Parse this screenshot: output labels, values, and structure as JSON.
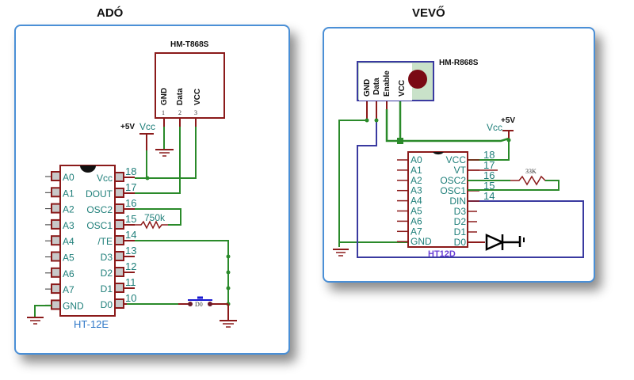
{
  "transmitter": {
    "title": "ADÓ",
    "module": {
      "name": "HM-T868S",
      "pins": [
        {
          "label": "GND",
          "number": "1"
        },
        {
          "label": "Data",
          "number": "2"
        },
        {
          "label": "VCC",
          "number": "3"
        }
      ]
    },
    "supply": {
      "voltage": "+5V",
      "label": "Vcc"
    },
    "chip": {
      "name": "HT-12E",
      "left_pins": [
        "A0",
        "A1",
        "A2",
        "A3",
        "A4",
        "A5",
        "A6",
        "A7",
        "GND"
      ],
      "right_pins": [
        {
          "label": "Vcc",
          "number": "18"
        },
        {
          "label": "DOUT",
          "number": "17"
        },
        {
          "label": "OSC2",
          "number": "16"
        },
        {
          "label": "OSC1",
          "number": "15"
        },
        {
          "label": "/TE",
          "number": "14"
        },
        {
          "label": "D3",
          "number": "13"
        },
        {
          "label": "D2",
          "number": "12"
        },
        {
          "label": "D1",
          "number": "11"
        },
        {
          "label": "D0",
          "number": "10"
        }
      ]
    },
    "resistor": "750k",
    "button": "D0"
  },
  "receiver": {
    "title": "VEVŐ",
    "module": {
      "name": "HM-R868S",
      "pins": [
        "GND",
        "Data",
        "Enable",
        "VCC"
      ]
    },
    "supply": {
      "voltage": "+5V",
      "label": "Vcc"
    },
    "chip": {
      "name": "HT12D",
      "left_pins": [
        "A0",
        "A1",
        "A2",
        "A3",
        "A4",
        "A5",
        "A6",
        "A7",
        "GND"
      ],
      "right_pins": [
        {
          "label": "VCC",
          "number": "18"
        },
        {
          "label": "VT",
          "number": "17"
        },
        {
          "label": "OSC2",
          "number": "16"
        },
        {
          "label": "OSC1",
          "number": "15"
        },
        {
          "label": "DIN",
          "number": "14"
        },
        {
          "label": "D3",
          "number": ""
        },
        {
          "label": "D2",
          "number": ""
        },
        {
          "label": "D1",
          "number": ""
        },
        {
          "label": "D0",
          "number": ""
        }
      ]
    },
    "resistor": "33K"
  },
  "colors": {
    "frame": "#4a8fd6",
    "wire_green": "#2a8a2a",
    "wire_blue": "#3a3aa0",
    "pin_red": "#8b1a1a",
    "label_teal": "#1f7f7a"
  }
}
